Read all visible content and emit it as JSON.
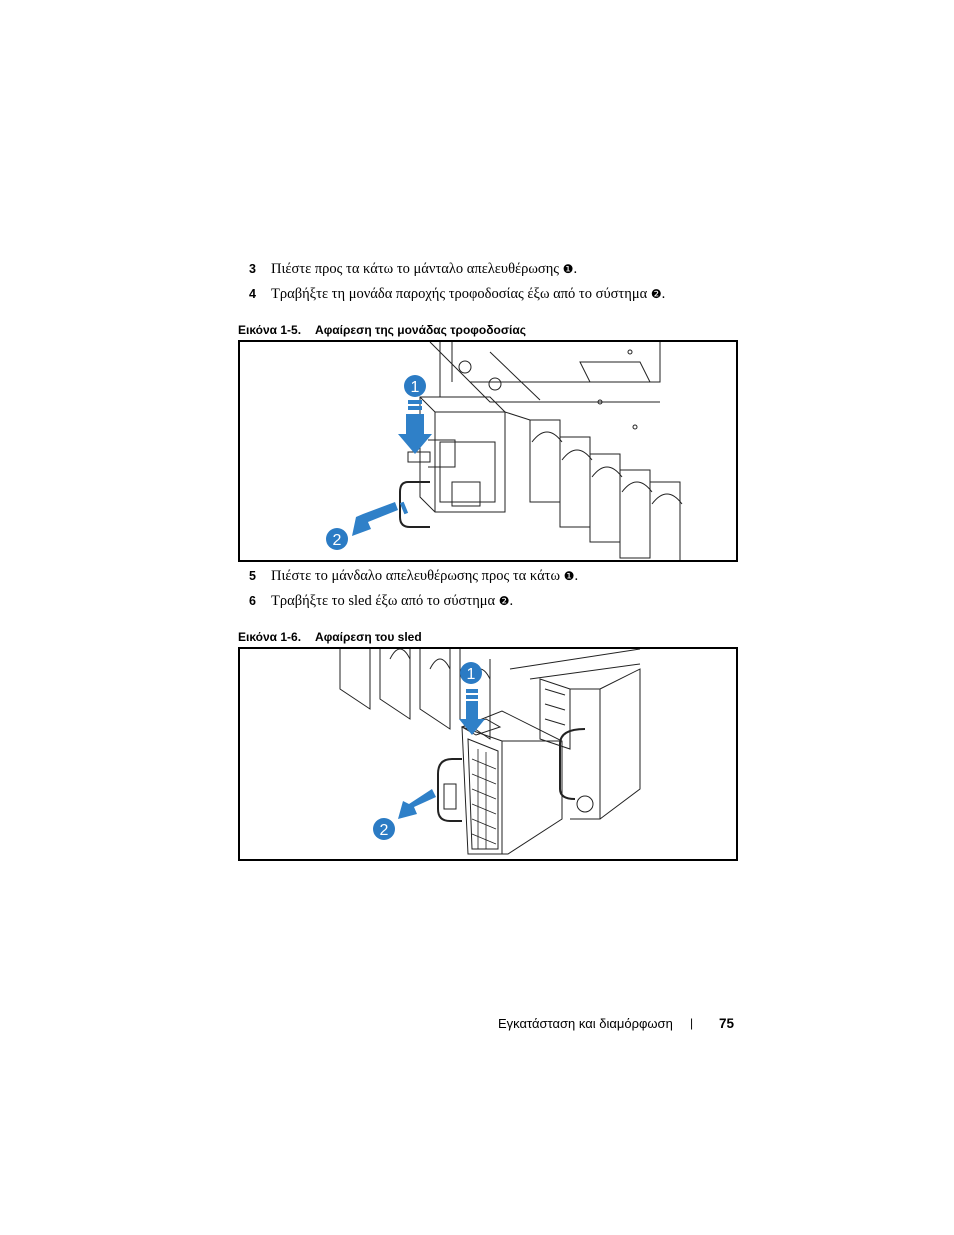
{
  "steps_a": [
    {
      "num": "3",
      "text": "Πιέστε προς τα κάτω το μάνταλο απελευθέρωσης ",
      "mark": "❶",
      "end": "."
    },
    {
      "num": "4",
      "text": "Τραβήξτε τη μονάδα παροχής τροφοδοσίας έξω από το σύστημα ",
      "mark": "❷",
      "end": "."
    }
  ],
  "figure1": {
    "label": "Εικόνα 1-5.",
    "title": "Αφαίρεση της μονάδας τροφοδοσίας",
    "callouts": [
      "1",
      "2"
    ]
  },
  "steps_b": [
    {
      "num": "5",
      "text": "Πιέστε το μάνδαλο απελευθέρωσης προς τα κάτω ",
      "mark": "❶",
      "end": "."
    },
    {
      "num": "6",
      "text": "Τραβήξτε το sled έξω από το σύστημα ",
      "mark": "❷",
      "end": "."
    }
  ],
  "figure2": {
    "label": "Εικόνα 1-6.",
    "title": "Αφαίρεση του sled",
    "callouts": [
      "1",
      "2"
    ]
  },
  "footer": {
    "section": "Εγκατάσταση και διαμόρφωση",
    "separator": "|",
    "page": "75"
  },
  "colors": {
    "callout_blue": "#2b7bc4",
    "arrow_blue": "#2f80c8",
    "line": "#222222"
  }
}
